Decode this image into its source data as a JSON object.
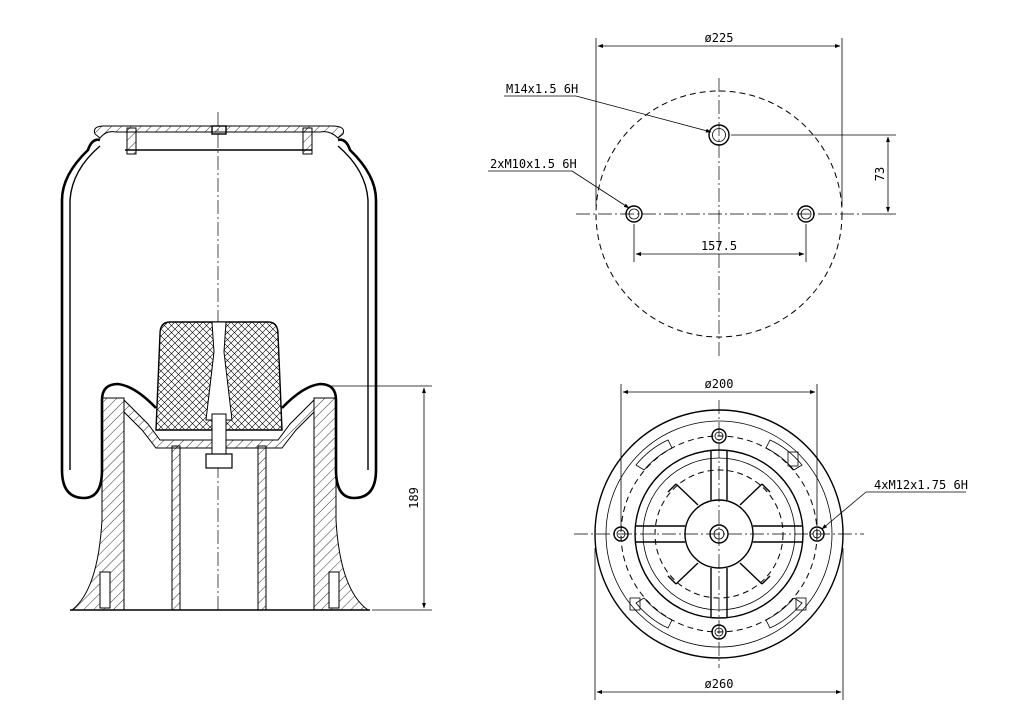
{
  "dimensions": {
    "top_diameter": "ø225",
    "thread_center": "M14x1.5 6H",
    "thread_side": "2xM10x1.5 6H",
    "offset": "73",
    "hole_spacing": "157.5",
    "bottom_inner_diameter": "ø200",
    "bottom_thread": "4xM12x1.75 6H",
    "bottom_outer_diameter": "ø260",
    "height": "189"
  },
  "colors": {
    "line": "#000000",
    "background": "#ffffff"
  }
}
